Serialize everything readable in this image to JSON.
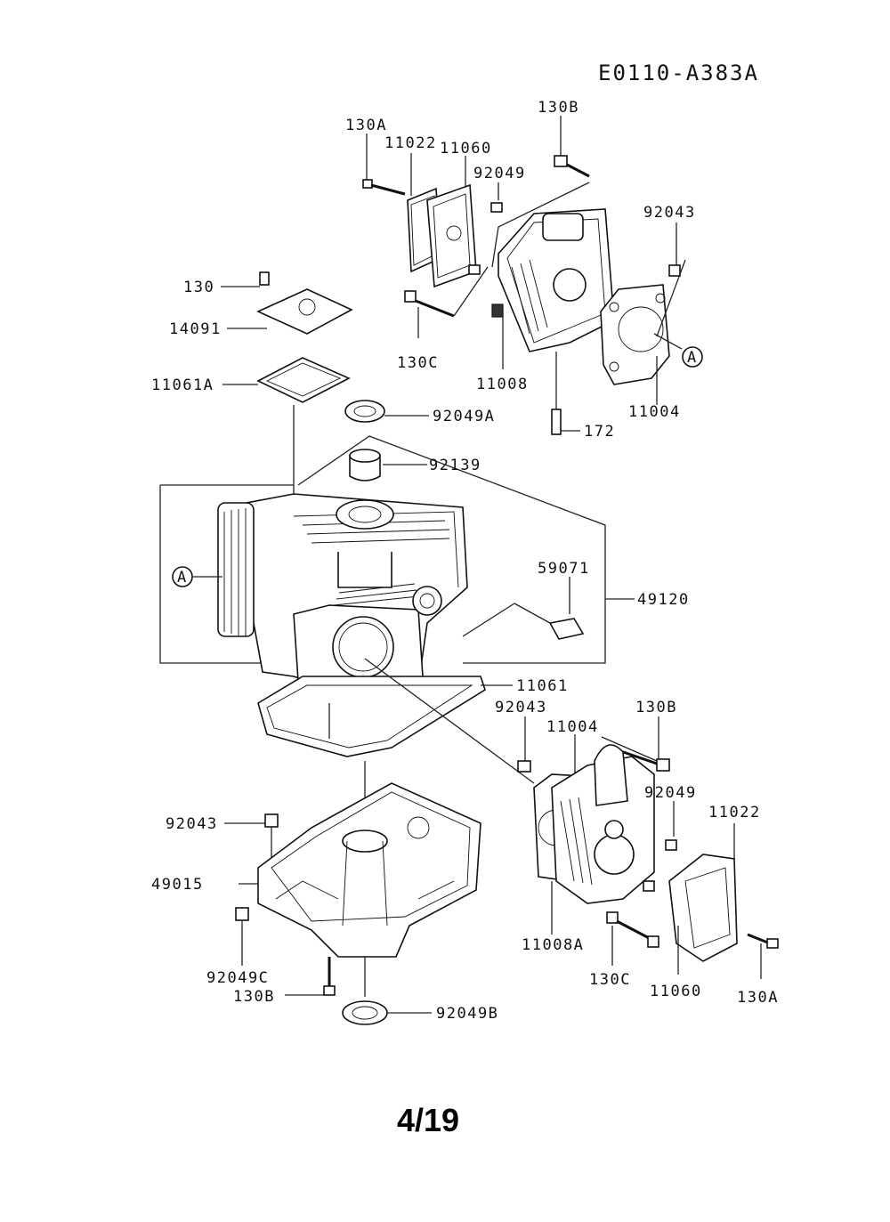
{
  "diagram_code": "E0110-A383A",
  "page_number": "4/19",
  "labels": {
    "l130A_top": "130A",
    "l11022_top": "11022",
    "l11060_top": "11060",
    "l130B_top": "130B",
    "l92049_top": "92049",
    "l92043_top": "92043",
    "l130_left": "130",
    "l14091": "14091",
    "l11061A": "11061A",
    "l130C_top": "130C",
    "l11008": "11008",
    "l11004_top": "11004",
    "l172": "172",
    "l92049A": "92049A",
    "l92139": "92139",
    "l59071": "59071",
    "l49120": "49120",
    "l11061": "11061",
    "l92043_mid": "92043",
    "l11004_mid": "11004",
    "l130B_mid": "130B",
    "l92049_mid": "92049",
    "l11022_bot": "11022",
    "l92043_left": "92043",
    "l49015": "49015",
    "l92049C": "92049C",
    "l130B_bot": "130B",
    "l92049B": "92049B",
    "l11008A": "11008A",
    "l130C_bot": "130C",
    "l11060_bot": "11060",
    "l130A_bot": "130A",
    "callout_A1": "A",
    "callout_A2": "A"
  }
}
